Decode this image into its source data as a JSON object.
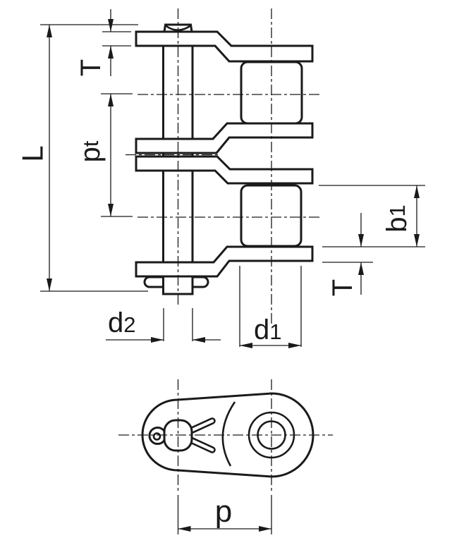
{
  "drawing": {
    "kind": "roller-chain offset link, duplex, technical drawing",
    "views": [
      "side-view",
      "plan-view"
    ],
    "side_view_dimensions": [
      "L",
      "T",
      "pt",
      "b1",
      "T",
      "d2",
      "d1"
    ],
    "plan_view_dimensions": [
      "p"
    ]
  },
  "labels": {
    "L": "L",
    "T_top": "T",
    "T_right": "T",
    "pt_main": "p",
    "pt_sub": "t",
    "b1_main": "b",
    "b1_sub": "1",
    "d2_main": "d",
    "d2_sub": "2",
    "d1_main": "d",
    "d1_sub": "1",
    "p": "p"
  },
  "colors": {
    "line": "#1a1a1a",
    "background": "#ffffff"
  }
}
